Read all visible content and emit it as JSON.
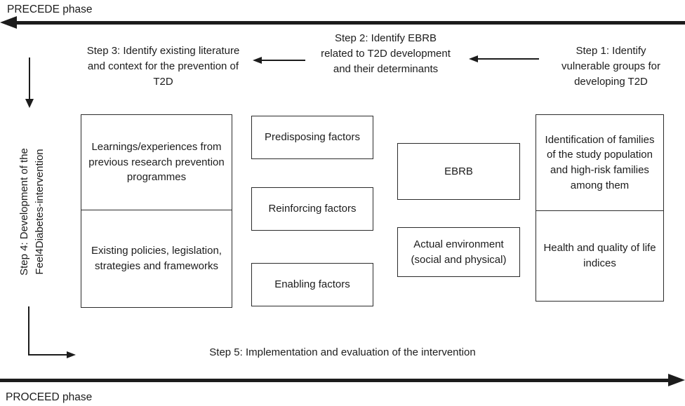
{
  "phases": {
    "precede_label": "PRECEDE phase",
    "proceed_label": "PROCEED phase"
  },
  "steps": {
    "step1": "Step 1: Identify vulnerable groups for developing T2D",
    "step2": "Step 2: Identify EBRB related to T2D development and their determinants",
    "step3": "Step 3: Identify existing literature and context for the prevention of T2D",
    "step4": "Step 4: Development of the Feel4Diabetes-intervention",
    "step5": "Step 5: Implementation and evaluation of the intervention"
  },
  "boxes": {
    "learnings": "Learnings/experiences from previous research prevention programmes",
    "policies": "Existing policies, legislation, strategies and frameworks",
    "predisposing": "Predisposing factors",
    "reinforcing": "Reinforcing factors",
    "enabling": "Enabling factors",
    "ebrb": "EBRB",
    "environment": "Actual environment (social and physical)",
    "families": "Identification of families of the study population and high-risk families among them",
    "health": "Health and quality of life indices"
  },
  "colors": {
    "line": "#1c1c1c",
    "box_border": "#2b2b2b",
    "background": "#ffffff"
  }
}
